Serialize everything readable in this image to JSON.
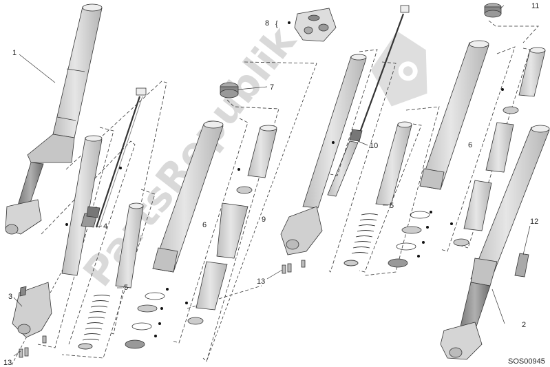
{
  "diagram": {
    "reference_code": "SOS00945",
    "watermark": "PartsRepublik",
    "callouts": [
      "1",
      "2",
      "3",
      "4",
      "5",
      "5",
      "6",
      "6",
      "7",
      "8",
      "9",
      "10",
      "11",
      "12",
      "13",
      "13"
    ]
  },
  "colors": {
    "line": "#333333",
    "tube_fill": "#d0d0d0",
    "tube_fill_light": "#e2e2e2",
    "watermark": "#d9d9d9"
  }
}
